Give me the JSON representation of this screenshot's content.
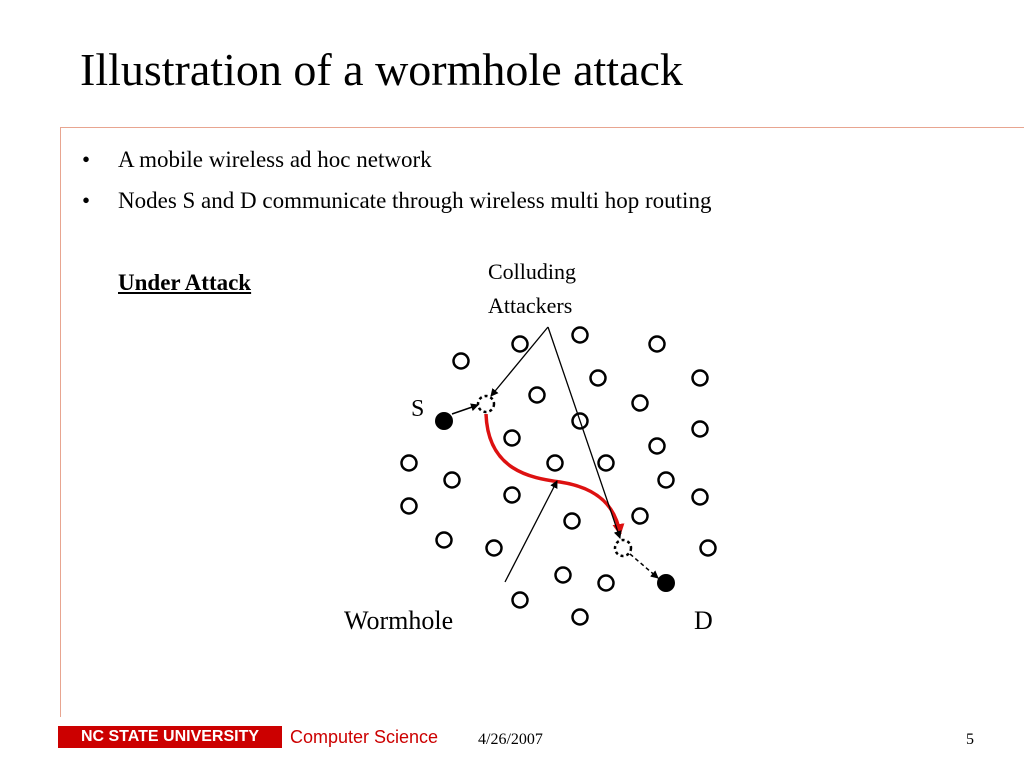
{
  "slide": {
    "title": "Illustration of a wormhole attack",
    "bullets": [
      {
        "marker": "•",
        "text": "A mobile wireless ad hoc network"
      },
      {
        "marker": "•",
        "text": "Nodes S and D communicate through wireless multi hop routing"
      }
    ],
    "subheading": "Under Attack"
  },
  "diagram": {
    "labels": {
      "colluding_line1": "Colluding",
      "colluding_line2": "Attackers",
      "source": "S",
      "destination": "D",
      "wormhole": "Wormhole"
    },
    "colors": {
      "tunnel": "#dd1111",
      "node": "#000000"
    }
  },
  "footer": {
    "logo": "NC STATE UNIVERSITY",
    "department": "Computer Science",
    "date": "4/26/2007",
    "page_number": "5"
  },
  "theme": {
    "accent": "#cc0000",
    "rule": "#e8a590"
  }
}
